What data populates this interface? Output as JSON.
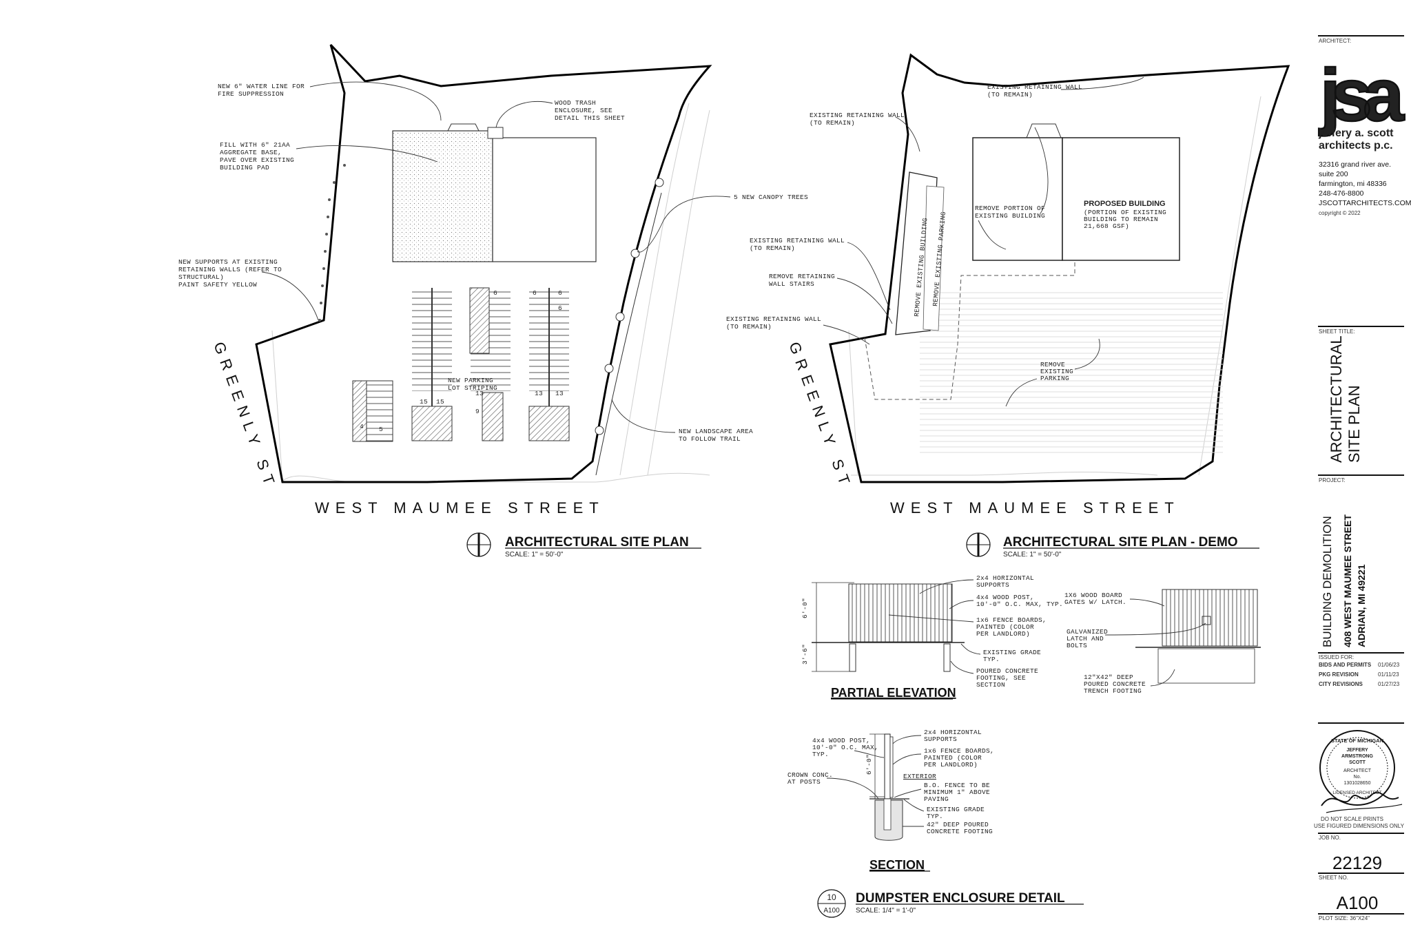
{
  "site_plan": {
    "notes": {
      "water_line": [
        "NEW 6\" WATER LINE FOR",
        "FIRE SUPPRESSION"
      ],
      "trash_enclosure": [
        "WOOD TRASH",
        "ENCLOSURE, SEE",
        "DETAIL THIS SHEET"
      ],
      "fill_base": [
        "FILL WITH 6\" 21AA",
        "AGGREGATE BASE,",
        "PAVE OVER EXISTING",
        "BUILDING PAD"
      ],
      "canopy_trees": "5 NEW CANOPY TREES",
      "supports": [
        "NEW SUPPORTS AT EXISTING",
        "RETAINING WALLS (REFER TO",
        "STRUCTURAL)",
        "PAINT SAFETY YELLOW"
      ],
      "striping": [
        "NEW PARKING",
        "LOT STRIPING"
      ],
      "landscape": [
        "NEW LANDSCAPE AREA",
        "TO FOLLOW TRAIL"
      ]
    },
    "parking_counts": [
      "4",
      "5",
      "15",
      "15",
      "9",
      "13",
      "13",
      "13",
      "6",
      "6",
      "6",
      "6"
    ],
    "side_street": "GREENLY ST",
    "front_street": "WEST MAUMEE STREET",
    "title": "ARCHITECTURAL SITE PLAN",
    "scale": "SCALE: 1\" = 50'-0\""
  },
  "demo_plan": {
    "notes": {
      "retaining_wall_top": [
        "EXISTING RETAINING WALL",
        "(TO REMAIN)"
      ],
      "retaining_wall_left": [
        "EXISTING RETAINING WALL",
        "(TO REMAIN)"
      ],
      "retaining_wall_mid": [
        "EXISTING RETAINING WALL",
        "(TO REMAIN)"
      ],
      "remove_stairs": [
        "REMOVE RETAINING",
        "WALL STAIRS"
      ],
      "retaining_wall_low": [
        "EXISTING RETAINING WALL",
        "(TO REMAIN)"
      ],
      "remove_portion": [
        "REMOVE PORTION OF",
        "EXISTING BUILDING"
      ],
      "remove_parking": [
        "REMOVE",
        "EXISTING",
        "PARKING"
      ],
      "remove_building": "REMOVE EXISTING BUILDING",
      "remove_existing_parking": "REMOVE EXISTING PARKING"
    },
    "proposed_building": {
      "title": "PROPOSED BUILDING",
      "lines": [
        "(PORTION OF EXISTING",
        "BUILDING TO REMAIN",
        "21,668 GSF)"
      ]
    },
    "side_street": "GREENLY ST",
    "front_street": "WEST MAUMEE STREET",
    "title": "ARCHITECTURAL SITE PLAN - DEMO",
    "scale": "SCALE: 1\" = 50'-0\""
  },
  "dumpster": {
    "elevation": {
      "title": "PARTIAL ELEVATION",
      "dim_upper": "6'-0\"",
      "dim_lower": "3'-6\"",
      "notes": {
        "supports": [
          "2x4 HORIZONTAL",
          "SUPPORTS"
        ],
        "post": [
          "4x4 WOOD POST,",
          "10'-0\" O.C. MAX, TYP."
        ],
        "boards": [
          "1x6 FENCE BOARDS,",
          "PAINTED (COLOR",
          "PER LANDLORD)"
        ],
        "grade": [
          "EXISTING GRADE",
          "TYP."
        ],
        "footing": [
          "POURED CONCRETE",
          "FOOTING, SEE",
          "SECTION"
        ]
      }
    },
    "gate": {
      "notes": {
        "gates": [
          "1X6 WOOD BOARD",
          "GATES W/ LATCH."
        ],
        "latch": [
          "GALVANIZED",
          "LATCH AND",
          "BOLTS"
        ],
        "trench": [
          "12\"X42\" DEEP",
          "POURED CONCRETE",
          "TRENCH FOOTING"
        ]
      }
    },
    "section": {
      "title": "SECTION",
      "dim": "6'-0\"",
      "notes": {
        "post": [
          "4x4 WOOD POST,",
          "10'-0\" O.C. MAX,",
          "TYP."
        ],
        "crown": [
          "CROWN CONC.",
          "AT POSTS"
        ],
        "supports": [
          "2x4 HORIZONTAL",
          "SUPPORTS"
        ],
        "boards": [
          "1x6 FENCE BOARDS,",
          "PAINTED (COLOR",
          "PER LANDLORD)"
        ],
        "exterior": "EXTERIOR",
        "bo_fence": [
          "B.O. FENCE TO BE",
          "MINIMUM 1\" ABOVE",
          "PAVING"
        ],
        "grade": [
          "EXISTING GRADE",
          "TYP."
        ],
        "footing": [
          "42\" DEEP POURED",
          "CONCRETE FOOTING"
        ]
      }
    },
    "detail_number": "10",
    "detail_sheet": "A100",
    "title": "DUMPSTER ENCLOSURE DETAIL",
    "scale": "SCALE: 1/4\" = 1'-0\""
  },
  "title_block": {
    "architect_label": "ARCHITECT:",
    "logo_text": "jsa",
    "firm_line1": "jeffery a. scott",
    "firm_line2": "architects p.c.",
    "address": [
      "32316 grand river ave.",
      "suite 200",
      "farmington, mi 48336",
      "248-476-8800",
      "JSCOTTARCHITECTS.COM"
    ],
    "copyright": "copyright © 2022",
    "sheet_title_label": "SHEET TITLE:",
    "sheet_title": [
      "ARCHITECTURAL",
      "SITE PLAN"
    ],
    "project_label": "PROJECT:",
    "project_name": "BUILDING DEMOLITION",
    "project_address": [
      "408 WEST MAUMEE STREET",
      "ADRIAN, MI 49221"
    ],
    "issued_label": "ISSUED FOR:",
    "issued": [
      {
        "item": "BIDS AND PERMITS",
        "date": "01/06/23"
      },
      {
        "item": "PKG REVISION",
        "date": "01/11/23"
      },
      {
        "item": "CITY REVISIONS",
        "date": "01/27/23"
      }
    ],
    "seal_lines": [
      "STATE OF MICHIGAN",
      "JEFFERY",
      "ARMSTRONG",
      "SCOTT",
      "ARCHITECT",
      "No.",
      "1301028650",
      "LICENSED ARCHITECT"
    ],
    "disclaimer": [
      "DO NOT SCALE PRINTS",
      "USE FIGURED DIMENSIONS ONLY"
    ],
    "job_label": "JOB NO.",
    "job_number": "22129",
    "sheet_label": "SHEET NO.",
    "sheet_number": "A100",
    "plot_size": "PLOT SIZE: 36\"X24\""
  }
}
